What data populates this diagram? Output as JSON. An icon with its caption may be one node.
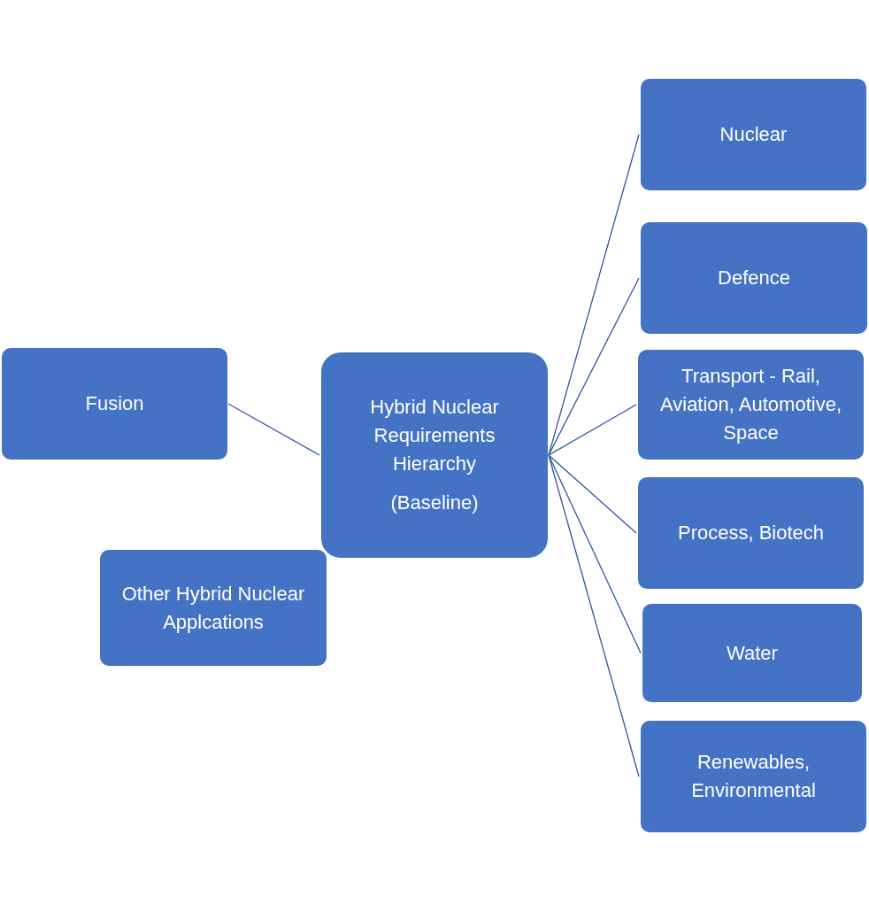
{
  "diagram": {
    "nodes": [
      {
        "text": [
          "Hybrid Nuclear Requirements Hierarchy",
          "(Baseline)"
        ]
      },
      {
        "text": [
          "Fusion"
        ]
      },
      {
        "text": [
          "Other Hybrid Nuclear Applcations"
        ]
      },
      {
        "text": [
          "Nuclear"
        ]
      },
      {
        "text": [
          "Defence"
        ]
      },
      {
        "text": [
          "Transport - Rail, Aviation, Automotive, Space"
        ]
      },
      {
        "text": [
          "Process, Biotech"
        ]
      },
      {
        "text": [
          "Water"
        ]
      },
      {
        "text": [
          "Renewables, Environmental"
        ]
      }
    ],
    "edges": [
      {
        "from": 1,
        "to": 0,
        "arrow": "none"
      },
      {
        "from": 0,
        "to": 3,
        "arrow": "none"
      },
      {
        "from": 0,
        "to": 4,
        "arrow": "none"
      },
      {
        "from": 0,
        "to": 5,
        "arrow": "none"
      },
      {
        "from": 0,
        "to": 6,
        "arrow": "none"
      },
      {
        "from": 0,
        "to": 7,
        "arrow": "none"
      },
      {
        "from": 0,
        "to": 8,
        "arrow": "none"
      }
    ]
  }
}
